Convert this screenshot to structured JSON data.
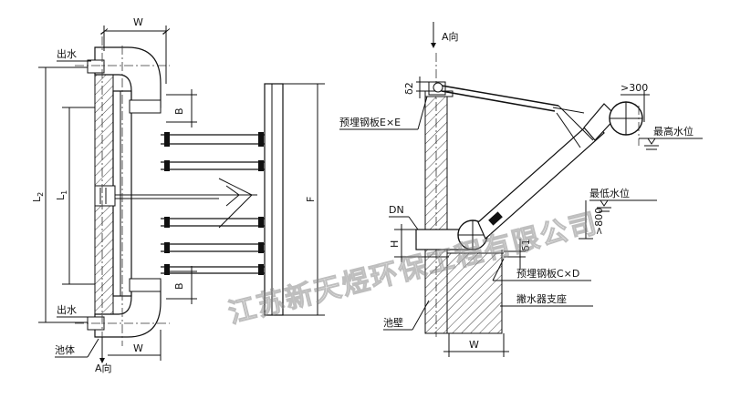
{
  "left_view": {
    "dim_w_top": "W",
    "dim_w_bottom": "W",
    "dim_l2": "L",
    "dim_l2_sub": "2",
    "dim_l1": "L",
    "dim_l1_sub": "1",
    "dim_b_top": "B",
    "dim_b_bottom": "B",
    "dim_f": "F",
    "outlet_top": "出水",
    "outlet_bottom": "出水",
    "tank_body": "池体",
    "view_a": "A向"
  },
  "right_view": {
    "view_a": "A向",
    "dim_delta2": "δ2",
    "embedded_plate_ee": "预埋钢板E×E",
    "dim_300": ">300",
    "high_water": "最高水位",
    "low_water": "最低水位",
    "dim_800": ">800",
    "dim_dn": "DN",
    "dim_h": "H",
    "dim_delta1": "δ1",
    "embedded_plate_cd": "预埋钢板C×D",
    "decanter_support": "撇水器支座",
    "pool_wall": "池壁",
    "dim_w": "W"
  },
  "watermark": "江苏新天煜环保工程有限公司"
}
